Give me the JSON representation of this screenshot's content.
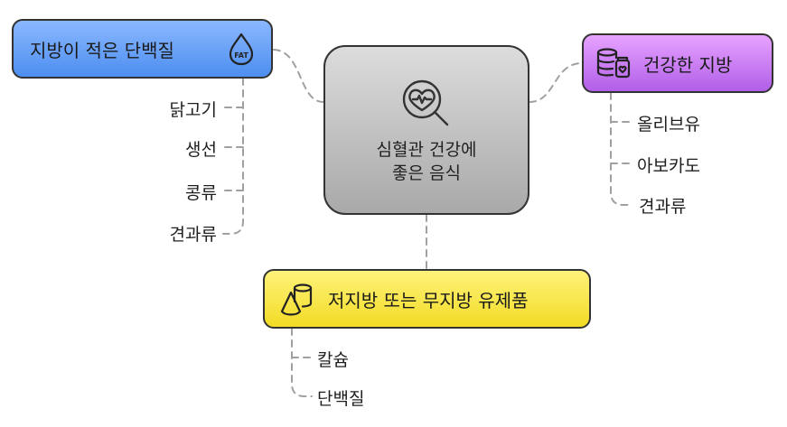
{
  "center": {
    "title_line1": "심혈관 건강에",
    "title_line2": "좋은 음식"
  },
  "lean_protein": {
    "label": "지방이 적은 단백질",
    "icon_text": "FAT",
    "items": [
      "닭고기",
      "생선",
      "콩류",
      "견과류"
    ]
  },
  "healthy_fat": {
    "label": "건강한 지방",
    "items": [
      "올리브유",
      "아보카도",
      "견과류"
    ]
  },
  "dairy": {
    "label": "저지방 또는 무지방 유제품",
    "items": [
      "칼슘",
      "단백질"
    ]
  },
  "colors": {
    "lean_protein": "#5b95f5",
    "healthy_fat": "#c86cf0",
    "dairy": "#f5e23a",
    "center": "#bdbdbd",
    "connector": "#a0a0a0"
  },
  "icons": {
    "center": "heart-pulse-magnifier-icon",
    "lean_protein": "fat-drop-icon",
    "healthy_fat": "database-jar-icon",
    "dairy": "cylinder-cone-icon"
  }
}
